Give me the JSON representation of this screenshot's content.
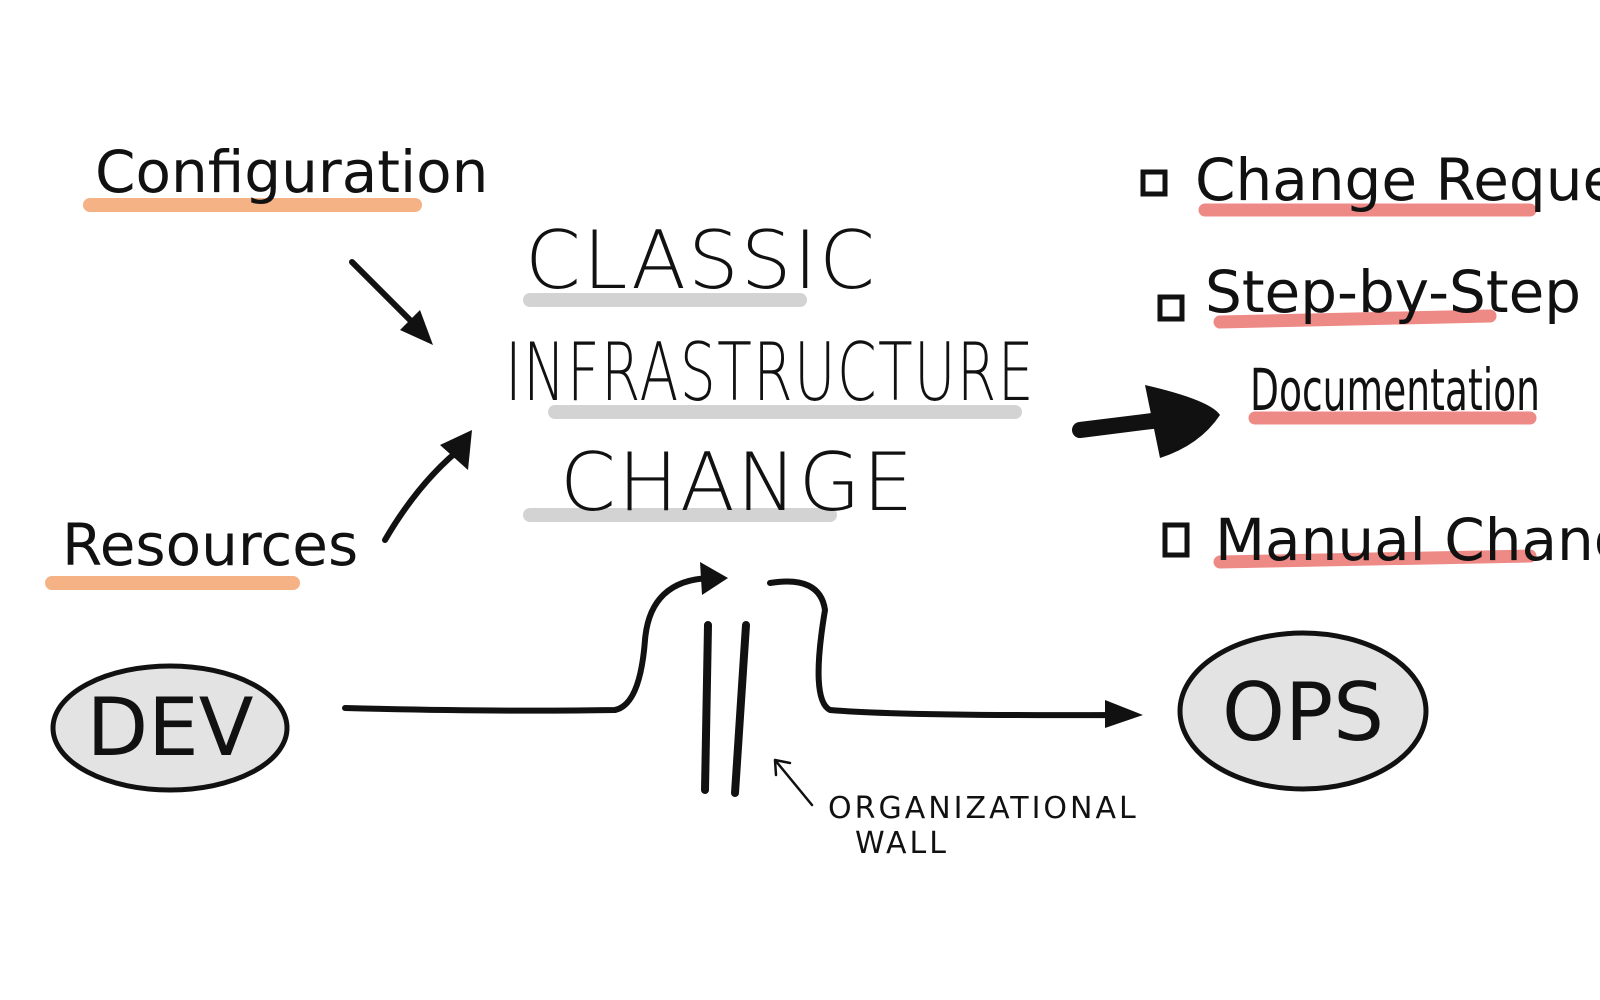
{
  "diagram": {
    "inputs": [
      "Configuration",
      "Resources"
    ],
    "center_title": [
      "CLASSIC",
      "INFRASTRUCTURE",
      "CHANGE"
    ],
    "outcomes": [
      "Change Request",
      "Step-by-Step",
      "Documentation",
      "Manual Change"
    ],
    "dev_label": "DEV",
    "ops_label": "OPS",
    "wall_label": [
      "ORGANIZATIONAL",
      "WALL"
    ],
    "colors": {
      "orange_highlight": "#f4b285",
      "gray_highlight": "#d3d3d3",
      "red_highlight": "#ee8a86",
      "ellipse_fill": "#e3e3e3",
      "ink": "#111111"
    }
  }
}
